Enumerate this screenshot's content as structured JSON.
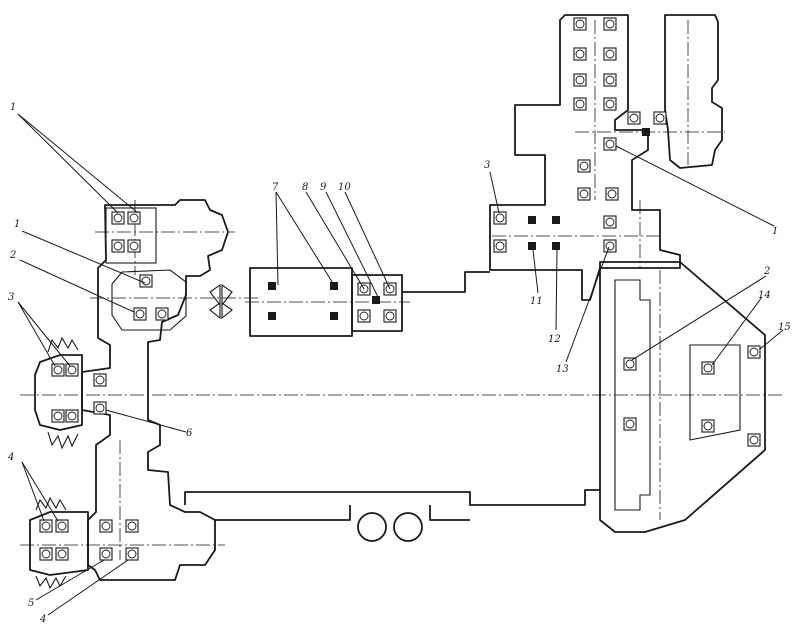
{
  "labels": {
    "n1": "1",
    "n2": "2",
    "n3": "3",
    "n4": "4",
    "n5": "5",
    "n6": "6",
    "n7": "7",
    "n8": "8",
    "n9": "9",
    "n10": "10",
    "n11": "11",
    "n12": "12",
    "n13": "13",
    "n14": "14",
    "n15": "15"
  },
  "colors": {
    "ink": "#1a1a1a",
    "paper": "#ffffff"
  }
}
